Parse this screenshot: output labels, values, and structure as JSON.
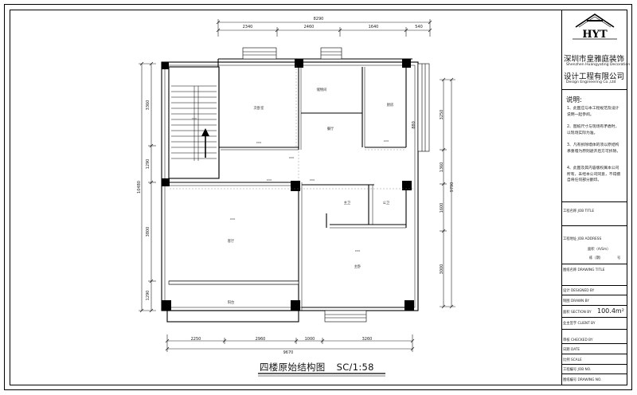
{
  "drawing": {
    "title": "四楼原始结构图",
    "scale": "SC/1:58"
  },
  "dimensions": {
    "top_total": "8290",
    "top": [
      "2340",
      "2460",
      "1640",
      "540"
    ],
    "bottom_total": "9670",
    "bottom": [
      "2250",
      "2960",
      "1000",
      "3260"
    ],
    "left_total": "10480",
    "left": [
      "3360",
      "1290",
      "3800",
      "1290"
    ],
    "right_total": "9790",
    "right": [
      "3250",
      "1360",
      "1600",
      "3000"
    ],
    "window_right": "880"
  },
  "rooms": {
    "bedroom_upper": "次卧室",
    "storage": "储物间",
    "kitchen": "厨房",
    "dining": "餐厅",
    "toilet_main": "主卫",
    "toilet_guest": "公卫",
    "living": "客厅",
    "master_bedroom": "主卧",
    "balcony": "阳台"
  },
  "company": {
    "logo": "HYT",
    "name_line1": "深圳市皇雅庭装饰",
    "name_en1": "Shenzhen Huangyating Decoration",
    "name_line2": "设计工程有限公司",
    "name_en2": "Design Engineering Co.,Ltd"
  },
  "notes": {
    "title": "说明:",
    "items": [
      "1、此图应与本工程规范及设计说明一起参阅。",
      "2、图纸尺寸与现场有矛盾时，以现场实际为准。",
      "3、凡有拆除墙体的须以原结构承重墙为原则避开后方可拆除。",
      "4、此图及其内容版权属本公司所有，未经本公司同意，不得擅自将任何部分翻印。"
    ]
  },
  "title_block": {
    "project_name": "工程名称 JOB TITLE",
    "project_address": "工程地址 JOB ADDRESS",
    "area_label": "面积（A/Sm）",
    "floor_label": "栋（期）",
    "floor_suffix": "号",
    "drawing_name": "图纸名称 DRAWING TITLE",
    "designer": "设计 DESIGNED BY",
    "drawn": "制图 DRAWN BY",
    "area": "面积 SECTION BY",
    "area_value": "100.4m²",
    "client": "业主签字 CLIENT BY",
    "checked": "审核 CHECKED BY",
    "date": "日期 DATE",
    "scale": "比例 SCALE",
    "job_no": "工程编号 JOB NO.",
    "drawing_no": "图纸编号 DRAWING NO."
  },
  "tiny_marks": {
    "m1": "2800",
    "m2": "2600",
    "m3": "2800",
    "m4": "2600",
    "m5": "2800",
    "m6": "2600",
    "m7": "2800",
    "m8": "2800"
  }
}
